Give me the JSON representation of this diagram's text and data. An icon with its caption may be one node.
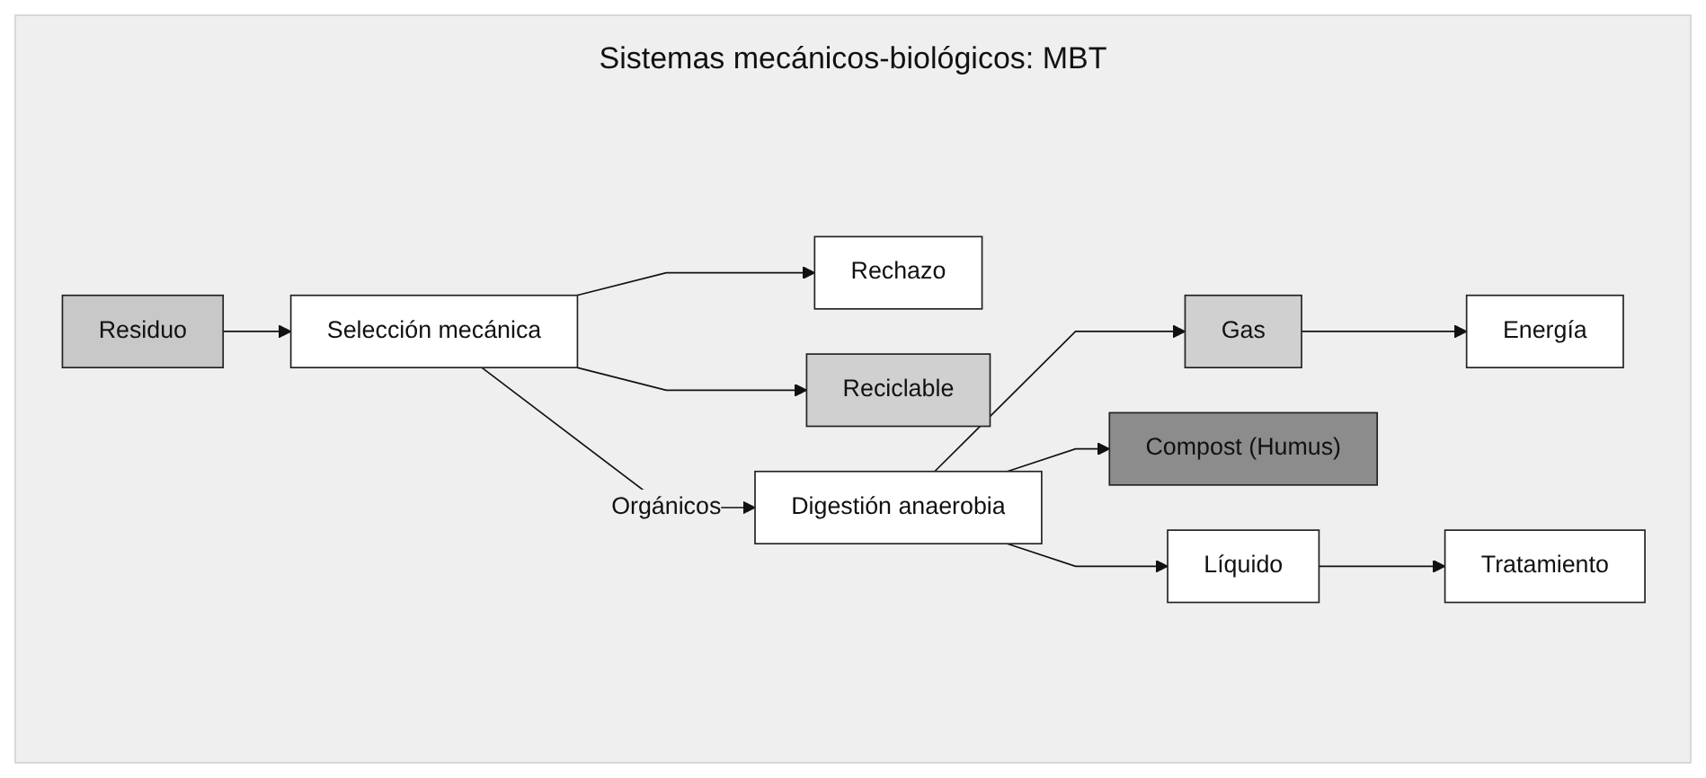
{
  "diagram": {
    "title": "Sistemas mecánicos-biológicos: MBT",
    "nodes": [
      {
        "text": [
          "Residuo"
        ]
      },
      {
        "text": [
          "Selección mecánica"
        ]
      },
      {
        "text": [
          "Rechazo"
        ]
      },
      {
        "text": [
          "Reciclable"
        ]
      },
      {
        "text": [
          "Digestión anaerobia"
        ]
      },
      {
        "text": [
          "Gas"
        ]
      },
      {
        "text": [
          "Energía"
        ]
      },
      {
        "text": [
          "Compost (Humus)"
        ]
      },
      {
        "text": [
          "Líquido"
        ]
      },
      {
        "text": [
          "Tratamiento"
        ]
      }
    ],
    "edges": [
      {
        "from": 0,
        "to": 1,
        "arrow": "to"
      },
      {
        "from": 1,
        "to": 2,
        "arrow": "to"
      },
      {
        "from": 1,
        "to": 3,
        "arrow": "to"
      },
      {
        "from": 1,
        "to": 4,
        "arrow": "to",
        "label": "Orgánicos"
      },
      {
        "from": 4,
        "to": 5,
        "arrow": "to"
      },
      {
        "from": 5,
        "to": 6,
        "arrow": "to"
      },
      {
        "from": 4,
        "to": 7,
        "arrow": "to"
      },
      {
        "from": 4,
        "to": 8,
        "arrow": "to"
      },
      {
        "from": 8,
        "to": 9,
        "arrow": "to"
      }
    ]
  }
}
